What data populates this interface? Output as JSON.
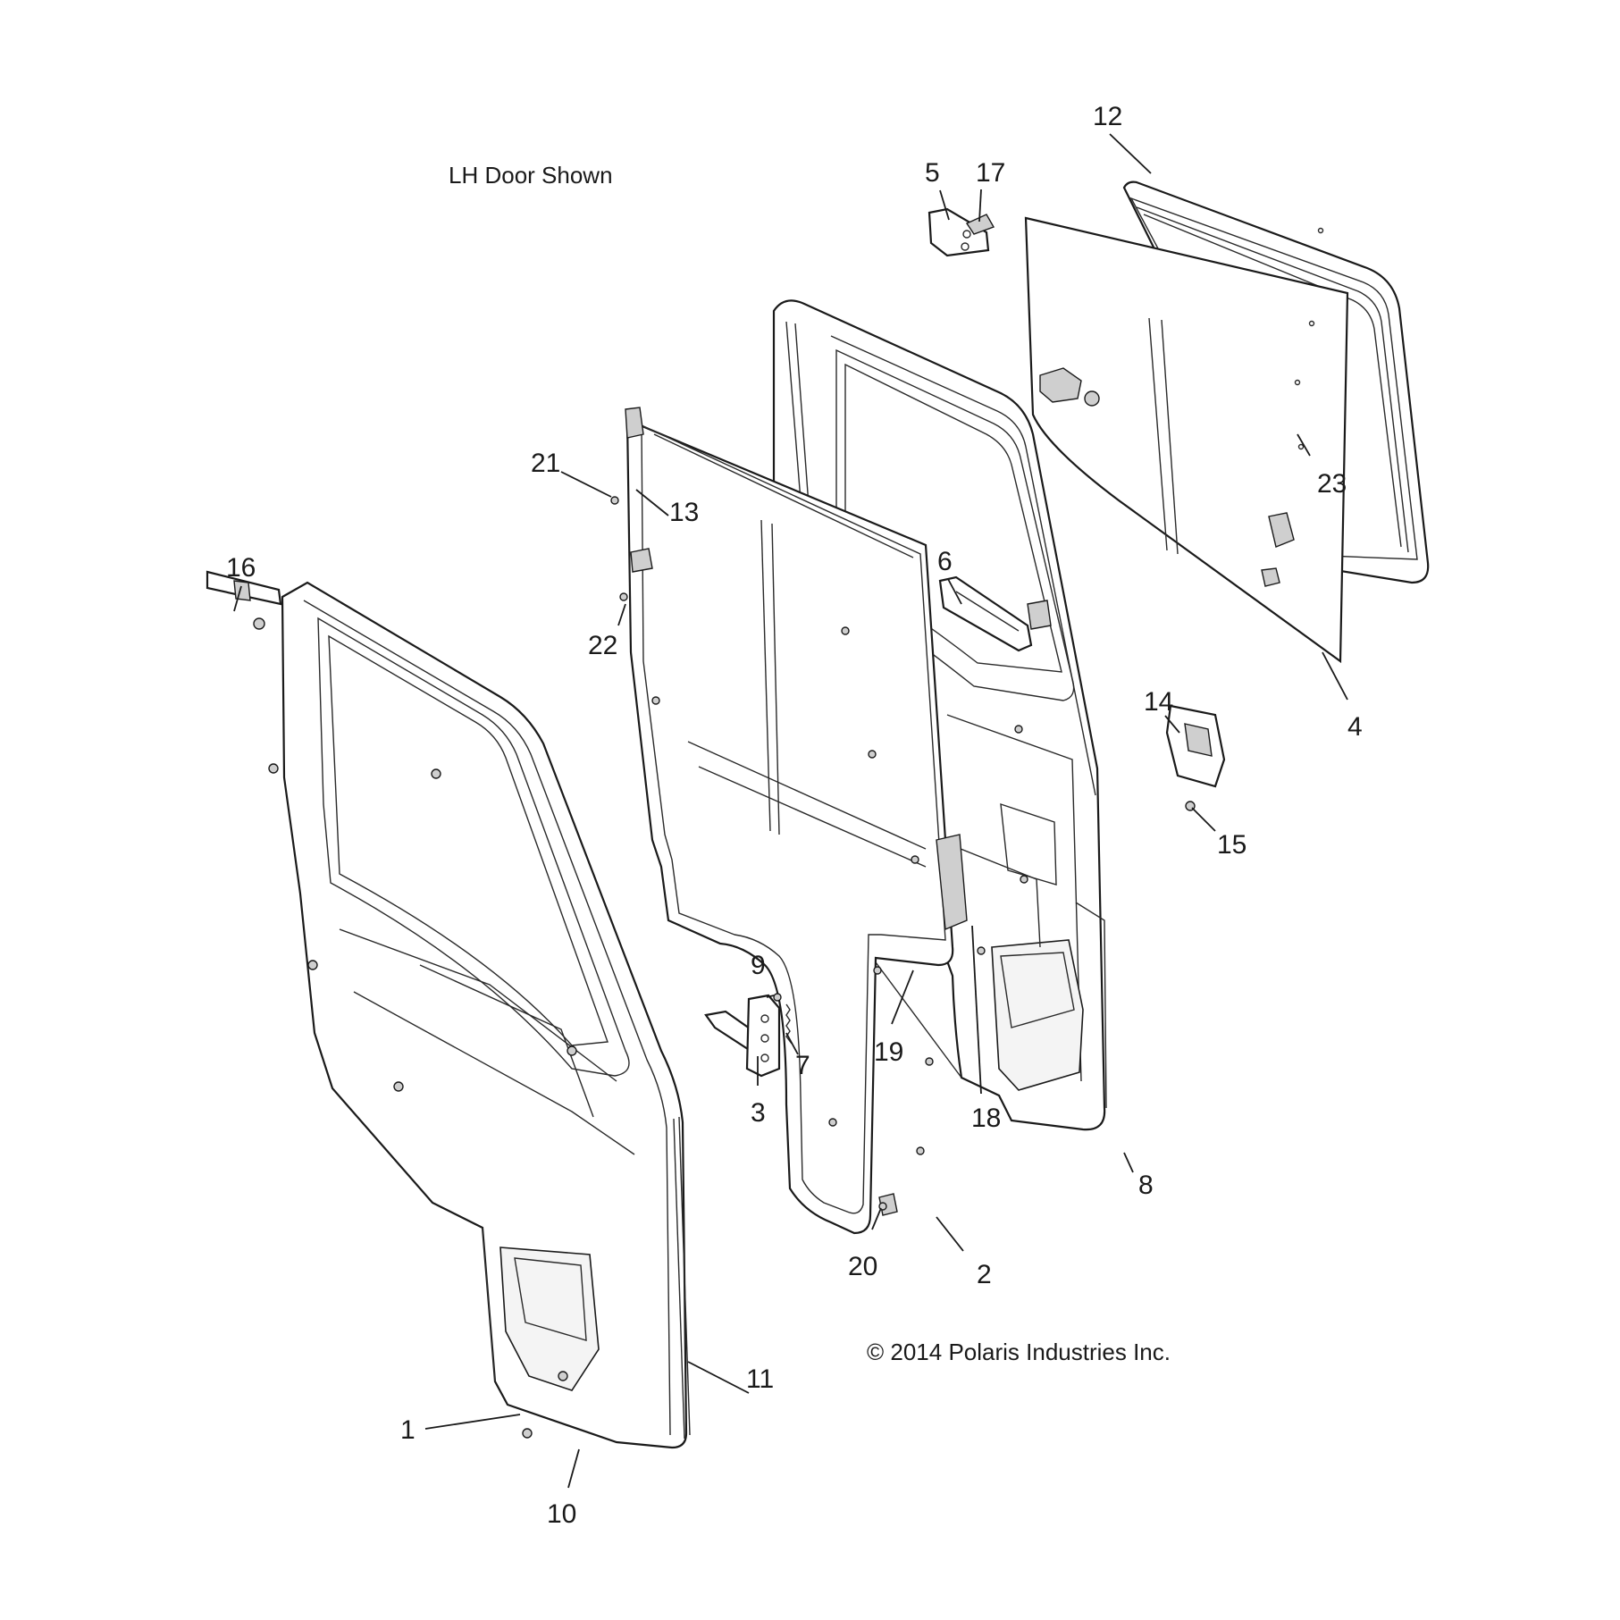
{
  "caption": "LH Door Shown",
  "copyright": "© 2014 Polaris Industries Inc.",
  "callouts": [
    "1",
    "2",
    "3",
    "4",
    "5",
    "6",
    "7",
    "8",
    "9",
    "10",
    "11",
    "12",
    "13",
    "14",
    "15",
    "16",
    "17",
    "18",
    "19",
    "20",
    "21",
    "22",
    "23"
  ]
}
